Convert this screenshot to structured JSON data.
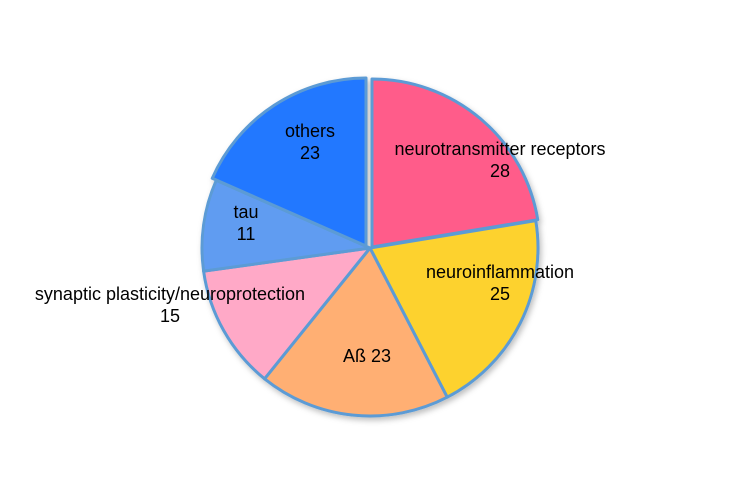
{
  "chart_data": {
    "type": "pie",
    "title": "",
    "slices": [
      {
        "label": "neurotransmitter receptors",
        "value": 28,
        "color": "#FF5C8A"
      },
      {
        "label": "neuroinflammation",
        "value": 25,
        "color": "#FDD22F"
      },
      {
        "label": "Aß",
        "value": 23,
        "color": "#FFAF73"
      },
      {
        "label": "synaptic plasticity/neuroprotection",
        "value": 15,
        "color": "#FFA9C7"
      },
      {
        "label": "tau",
        "value": 11,
        "color": "#609CF1"
      },
      {
        "label": "others",
        "value": 23,
        "color": "#2478FF"
      }
    ],
    "slice_border_color": "#5B9BD5",
    "exploded": [
      "neurotransmitter receptors",
      "others"
    ],
    "legend": "none",
    "data_labels": "category and value"
  }
}
